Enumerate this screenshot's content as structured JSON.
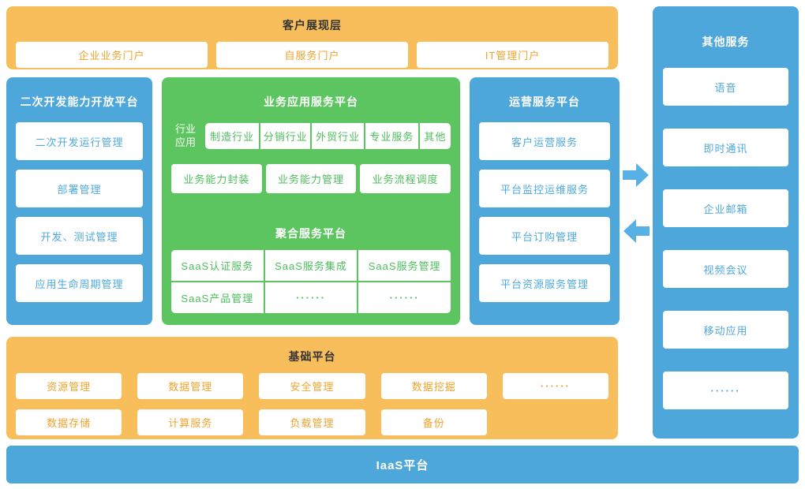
{
  "colors": {
    "orange_panel": "#F9BE5C",
    "blue_panel": "#4EA7DB",
    "green_panel": "#5CC55F",
    "orange_text": "#EFA32D",
    "blue_text": "#4FA9DE",
    "green_text": "#4CBE5B",
    "dark_title": "#333333",
    "light_title": "#FFFFFF",
    "arrow_blue": "#58B1E5"
  },
  "presentation_layer": {
    "title": "客户展现层",
    "items": [
      "企业业务门户",
      "自服务门户",
      "IT管理门户"
    ]
  },
  "dev_platform": {
    "title": "二次开发能力开放平台",
    "items": [
      "二次开发运行管理",
      "部署管理",
      "开发、测试管理",
      "应用生命周期管理"
    ]
  },
  "business_platform": {
    "title": "业务应用服务平台",
    "industry_label": "行业应用",
    "industries": [
      "制造行业",
      "分销行业",
      "外贸行业",
      "专业服务",
      "其他"
    ],
    "capabilities": [
      "业务能力封装",
      "业务能力管理",
      "业务流程调度"
    ],
    "aggregation_title": "聚合服务平台",
    "aggregation_cells": [
      "SaaS认证服务",
      "SaaS服务集成",
      "SaaS服务管理",
      "SaaS产品管理",
      "······",
      "······"
    ]
  },
  "ops_platform": {
    "title": "运营服务平台",
    "items": [
      "客户运营服务",
      "平台监控运维服务",
      "平台订购管理",
      "平台资源服务管理"
    ]
  },
  "other_services": {
    "title": "其他服务",
    "items": [
      "语音",
      "即时通讯",
      "企业邮箱",
      "视频会议",
      "移动应用",
      "······"
    ]
  },
  "base_platform": {
    "title": "基础平台",
    "row1": [
      "资源管理",
      "数据管理",
      "安全管理",
      "数据挖掘",
      "······"
    ],
    "row2": [
      "数据存储",
      "计算服务",
      "负载管理",
      "备份"
    ]
  },
  "iaas": {
    "title": "IaaS平台"
  }
}
